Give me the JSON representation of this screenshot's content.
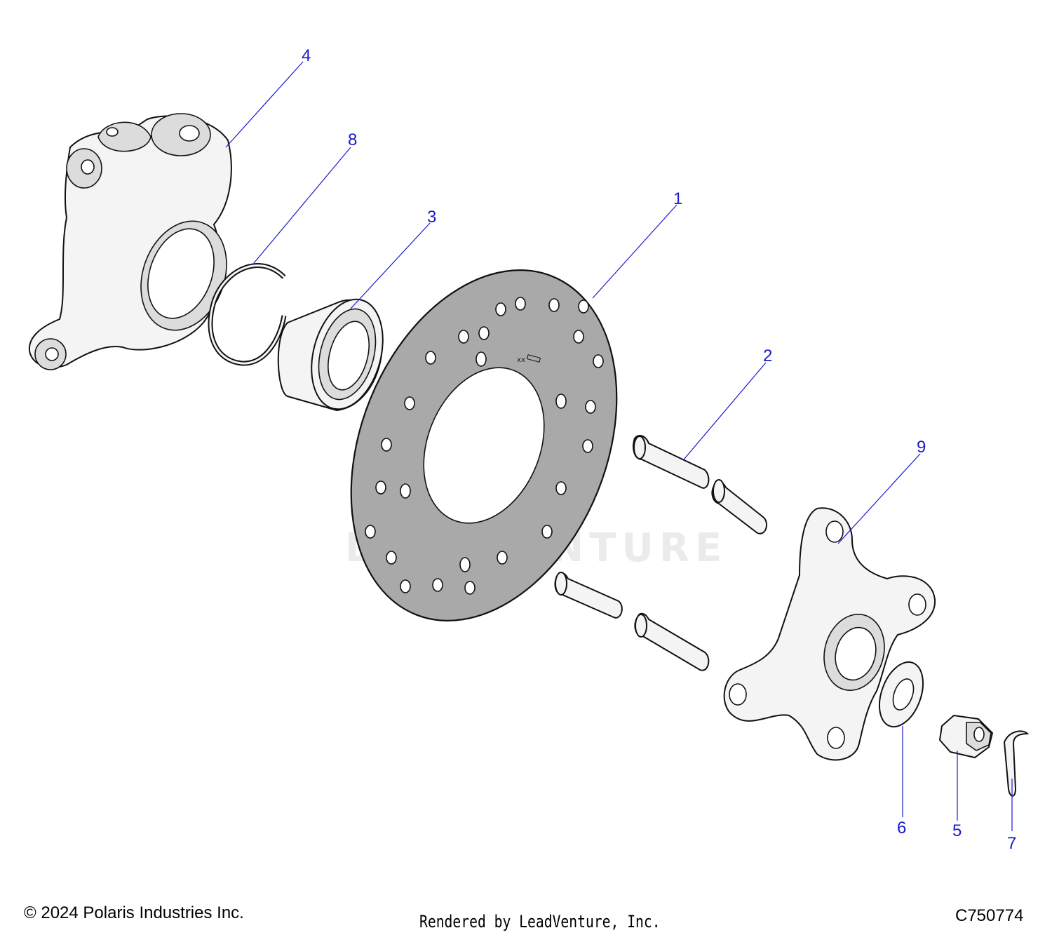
{
  "callouts": {
    "c1": "1",
    "c2": "2",
    "c3": "3",
    "c4": "4",
    "c5": "5",
    "c6": "6",
    "c7": "7",
    "c8": "8",
    "c9": "9"
  },
  "rotor_marking": "xx",
  "watermark_text": "LEADVENTURE",
  "footer": {
    "copyright": "© 2024 Polaris Industries Inc.",
    "rendered_by": "Rendered by LeadVenture, Inc.",
    "drawing_id": "C750774"
  },
  "colors": {
    "callout": "#1a1acc",
    "rotor": "#a9a9a9",
    "outline": "#111111"
  }
}
